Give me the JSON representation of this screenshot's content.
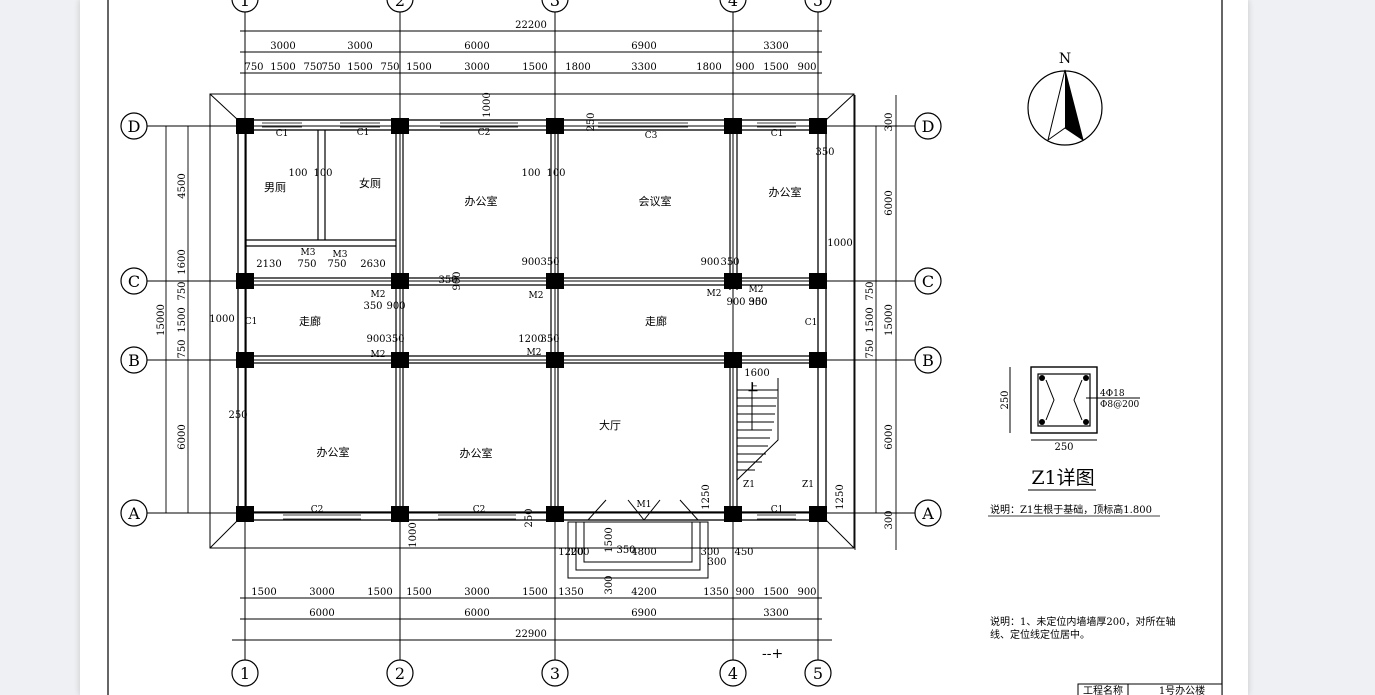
{
  "drawing": {
    "axes": {
      "vertical": [
        "1",
        "2",
        "3",
        "4",
        "5"
      ],
      "horizontal": [
        "A",
        "B",
        "C",
        "D"
      ]
    },
    "dims_top": {
      "overall": "22200",
      "row1": [
        "3000",
        "3000",
        "6000",
        "6900",
        "3300"
      ],
      "row2": [
        "750",
        "1500",
        "750",
        "750",
        "1500",
        "750",
        "1500",
        "3000",
        "1500",
        "1800",
        "3300",
        "1800",
        "900",
        "1500",
        "900"
      ]
    },
    "dims_bottom": {
      "row1": [
        "1500",
        "3000",
        "1500",
        "1500",
        "3000",
        "1500",
        "1350",
        "4200",
        "1350",
        "900",
        "1500",
        "900"
      ],
      "row2": [
        "6000",
        "6000",
        "6900",
        "3300"
      ],
      "overall": "22900"
    },
    "dims_left": {
      "outer": [
        "4500",
        "1500",
        "6000"
      ],
      "inner": [
        "1600",
        "750",
        "1500",
        "750"
      ],
      "overall": "15000",
      "extra": "1000"
    },
    "dims_right": {
      "outer": [
        "6000",
        "1500",
        "6000"
      ],
      "inner": [
        "300",
        "750",
        "1500",
        "750",
        "300"
      ],
      "overall": "15000",
      "extras": [
        "350",
        "1000",
        "1250",
        "1250"
      ]
    },
    "rooms": [
      "男厕",
      "女厕",
      "办公室",
      "会议室",
      "办公室",
      "走廊",
      "走廊",
      "办公室",
      "办公室",
      "大厅"
    ],
    "windows": [
      "C1",
      "C1",
      "C2",
      "C3",
      "C1",
      "C1",
      "C1",
      "C2",
      "C2",
      "C1"
    ],
    "doors": [
      "M3",
      "M3",
      "M2",
      "M2",
      "M2",
      "M2",
      "M2",
      "M2",
      "M1"
    ],
    "misc_dims": [
      "1000",
      "250",
      "100",
      "100",
      "100",
      "100",
      "2130",
      "750",
      "750",
      "2630",
      "900",
      "350",
      "900",
      "350",
      "900",
      "350",
      "1200",
      "350",
      "350",
      "900",
      "900",
      "350",
      "900",
      "350",
      "250",
      "250",
      "1000",
      "1500",
      "4800",
      "300",
      "450",
      "300",
      "300",
      "1600",
      "900",
      "1200",
      "350",
      "200"
    ],
    "stair_label": "上",
    "column_labels": [
      "Z1",
      "Z1"
    ]
  },
  "north_label": "N",
  "detail": {
    "title": "Z1详图",
    "dim_w": "250",
    "dim_h": "250",
    "rebar1": "4Φ18",
    "rebar2": "Φ8@200",
    "note": "说明：Z1生根于基础，顶标高1.800"
  },
  "notes": {
    "line1": "说明：1、未定位内墙墙厚200，对所在轴",
    "line2": "线、定位线定位居中。"
  },
  "title_block": {
    "label": "工程名称",
    "value": "1号办公楼"
  }
}
